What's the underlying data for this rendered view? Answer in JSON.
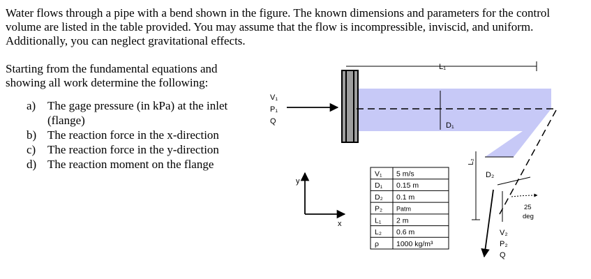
{
  "problem": {
    "intro": "Water flows through a pipe with a bend shown in the figure. The known dimensions and parameters for the control volume are listed in the table provided. You may assume that the flow is incompressible, inviscid, and uniform. Additionally, you can neglect gravitational effects.",
    "prompt": "Starting from the fundamental equations and showing all work determine the following:",
    "questions": [
      {
        "marker": "a)",
        "text": "The gage pressure (in kPa) at the inlet (flange)"
      },
      {
        "marker": "b)",
        "text": "The reaction force in the x-direction"
      },
      {
        "marker": "c)",
        "text": "The reaction force in the y-direction"
      },
      {
        "marker": "d)",
        "text": "The reaction moment on the flange"
      }
    ]
  },
  "figure": {
    "inlet_labels": [
      "V₁",
      "P₁",
      "Q"
    ],
    "outlet_labels": [
      "V₂",
      "P₂",
      "Q"
    ],
    "dim_L1": "L₁",
    "dim_L2": "L₂",
    "dim_D1": "D₁",
    "dim_D2": "D₂",
    "angle_value": "25",
    "angle_unit": "deg",
    "axis_x": "x",
    "axis_y": "y",
    "pipe_color": "#c7c9f7",
    "flange_color": "#9e9e9e"
  },
  "table": {
    "rows": [
      {
        "symbol": "V₁",
        "value": "5 m/s"
      },
      {
        "symbol": "D₁",
        "value": "0.15 m"
      },
      {
        "symbol": "D₂",
        "value": "0.1 m"
      },
      {
        "symbol": "P₂",
        "value": "Patm"
      },
      {
        "symbol": "L₁",
        "value": "2 m"
      },
      {
        "symbol": "L₂",
        "value": "0.6 m"
      },
      {
        "symbol": "ρ",
        "value": "1000 kg/m³"
      }
    ]
  }
}
